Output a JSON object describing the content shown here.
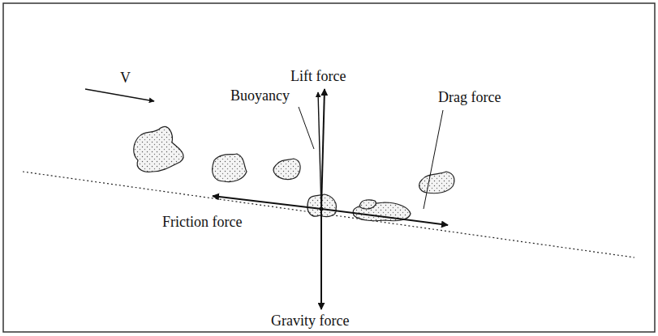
{
  "diagram": {
    "labels": [
      "V",
      "Buoyancy",
      "Lift force",
      "Drag force",
      "Friction force",
      "Gravity force"
    ]
  }
}
